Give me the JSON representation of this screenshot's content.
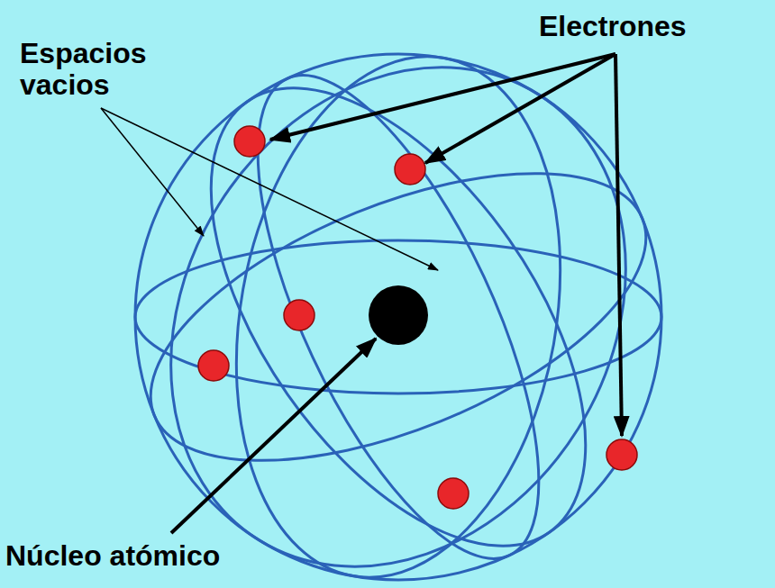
{
  "diagram": {
    "labels": [
      "Espacios vacios",
      "Electrones",
      "Núcleo atómico"
    ]
  }
}
